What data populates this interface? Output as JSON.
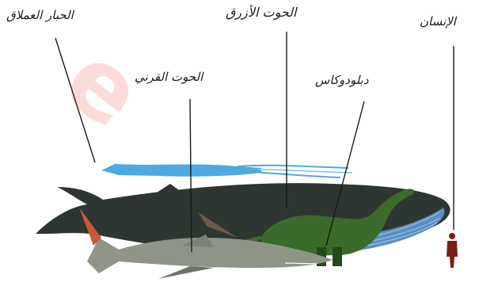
{
  "diagram": {
    "labels": {
      "giant_squid": "الحبار العملاق",
      "blue_whale": "الحوت الأزرق",
      "human": "الإنسان",
      "shark": "الحوت القرني",
      "diplodocus": "دبلودوكاس"
    },
    "colors": {
      "whale_body": "#2e3631",
      "whale_belly": "#5b8fc4",
      "squid": "#4fa9e0",
      "shark": "#8f9488",
      "diplodocus": "#3a6b2a",
      "human": "#7a1f14",
      "watermark": "#e6281e"
    }
  }
}
